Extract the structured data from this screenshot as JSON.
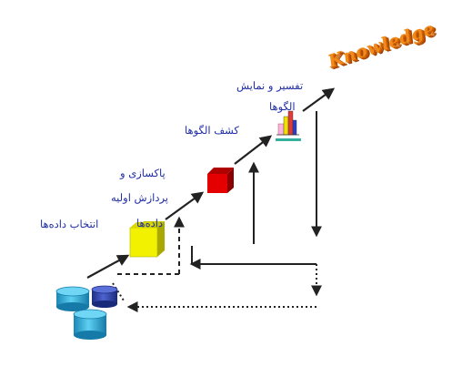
{
  "labels": {
    "data_selection": "انتخاب داده‌ها",
    "preprocess_line1": "پاکسازی و",
    "preprocess_line2": "پردازش اولیه",
    "preprocess_line3": "داده‌ها",
    "pattern_discovery": "کشف الگوها",
    "interpret_line1": "تفسیر و نمایش",
    "interpret_line2": "الگوها",
    "knowledge": "Knowledge"
  },
  "colors": {
    "label_text": "#1f2ea6",
    "knowledge_text": "#f08a1a",
    "cylinder_cyan": "#2aa7d4",
    "cylinder_dark": "#2a3fa5",
    "cube_yellow": "#e8e800",
    "cube_red": "#e00000",
    "arrow": "#222222"
  },
  "icons": [
    "database-icon",
    "cube-icon",
    "bar-chart-icon"
  ]
}
